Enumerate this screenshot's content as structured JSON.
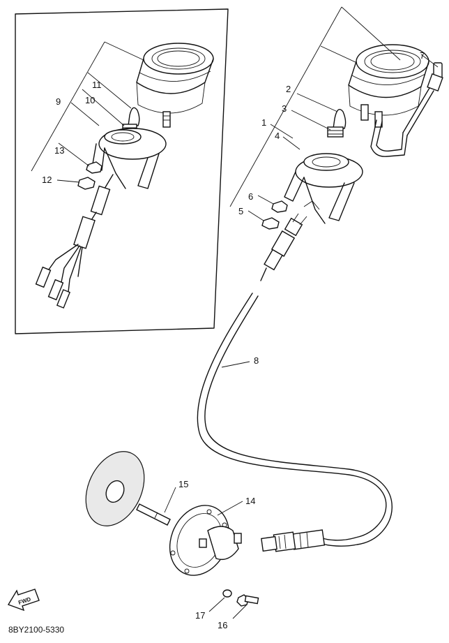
{
  "callouts": {
    "n1": "1",
    "n2": "2",
    "n3": "3",
    "n4": "4",
    "n5": "5",
    "n6": "6",
    "n7": "7",
    "n8": "8",
    "n9": "9",
    "n10": "10",
    "n11": "11",
    "n12": "12",
    "n13": "13",
    "n14": "14",
    "n15": "15",
    "n16": "16",
    "n17": "17"
  },
  "fwd_label": "FWD",
  "drawing_code": "8BY2100-5330"
}
